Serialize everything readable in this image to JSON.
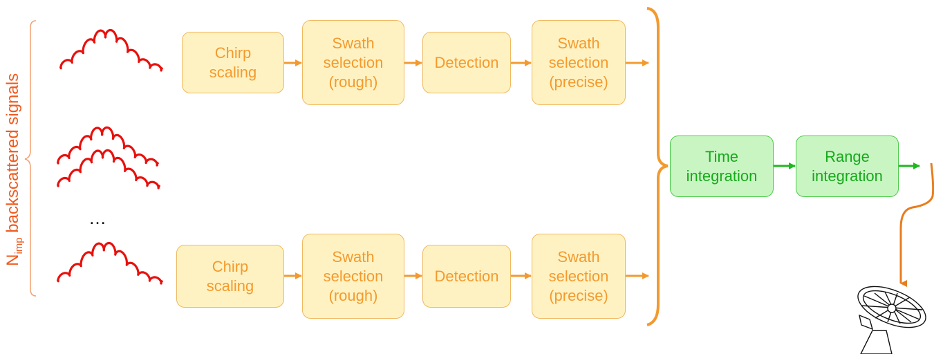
{
  "left_label": {
    "main": "N",
    "sub": "imp",
    "rest": " backscattered signals"
  },
  "ellipsis": "…",
  "top_row": [
    {
      "id": "chirp",
      "label": "Chirp\nscaling"
    },
    {
      "id": "swath-rough",
      "label": "Swath\nselection\n(rough)"
    },
    {
      "id": "detection",
      "label": "Detection"
    },
    {
      "id": "swath-precise",
      "label": "Swath\nselection\n(precise)"
    }
  ],
  "bottom_row": [
    {
      "id": "chirp",
      "label": "Chirp\nscaling"
    },
    {
      "id": "swath-rough",
      "label": "Swath\nselection\n(rough)"
    },
    {
      "id": "detection",
      "label": "Detection"
    },
    {
      "id": "swath-precise",
      "label": "Swath\nselection\n(precise)"
    }
  ],
  "integration": {
    "time": "Time\nintegration",
    "range": "Range\nintegration"
  },
  "colors": {
    "signal": "#e8100c",
    "label": "#f05a1e",
    "process_fill": "#fff2c2",
    "process_border": "#f0b860",
    "process_text": "#f39a2e",
    "integration_fill": "#c9f5c3",
    "integration_border": "#4cc94a",
    "integration_text": "#17a91b",
    "arrow_orange": "#f39a2e",
    "arrow_green": "#1fb81f",
    "curve_orange": "#e87d1e"
  },
  "icons": {
    "signal": "waveform-icon",
    "antenna": "satellite-dish-icon"
  }
}
